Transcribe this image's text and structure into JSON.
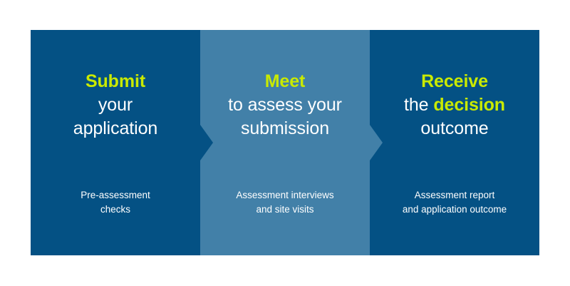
{
  "banner": {
    "colors": {
      "panel_dark_blue": "#045184",
      "panel_medium_blue": "#4280A8",
      "accent_lime": "#C9EA00",
      "text_white": "#FFFFFF",
      "background": "#FFFFFF"
    },
    "steps": [
      {
        "id": "submit",
        "tone": "dark",
        "headline_lines": [
          [
            {
              "text": "Submit",
              "style": "accent"
            }
          ],
          [
            {
              "text": "your",
              "style": "plain"
            }
          ],
          [
            {
              "text": "application",
              "style": "plain"
            }
          ]
        ],
        "headline_plain": "Submit your application",
        "caption_lines": [
          "Pre-assessment",
          "checks"
        ],
        "caption_plain": "Pre-assessment checks",
        "has_chevron": true
      },
      {
        "id": "meet",
        "tone": "mid",
        "headline_lines": [
          [
            {
              "text": "Meet",
              "style": "accent"
            }
          ],
          [
            {
              "text": "to assess your",
              "style": "plain"
            }
          ],
          [
            {
              "text": "submission",
              "style": "plain"
            }
          ]
        ],
        "headline_plain": "Meet to assess your submission",
        "caption_lines": [
          "Assessment interviews",
          "and site visits"
        ],
        "caption_plain": "Assessment interviews and site visits",
        "has_chevron": true
      },
      {
        "id": "receive",
        "tone": "dark",
        "headline_lines": [
          [
            {
              "text": "Receive",
              "style": "accent"
            }
          ],
          [
            {
              "text": "the ",
              "style": "plain"
            },
            {
              "text": "decision",
              "style": "accent"
            }
          ],
          [
            {
              "text": "outcome",
              "style": "plain"
            }
          ]
        ],
        "headline_plain": "Receive the decision outcome",
        "caption_lines": [
          "Assessment report",
          "and application outcome"
        ],
        "caption_plain": "Assessment report and application outcome",
        "has_chevron": false
      }
    ]
  }
}
